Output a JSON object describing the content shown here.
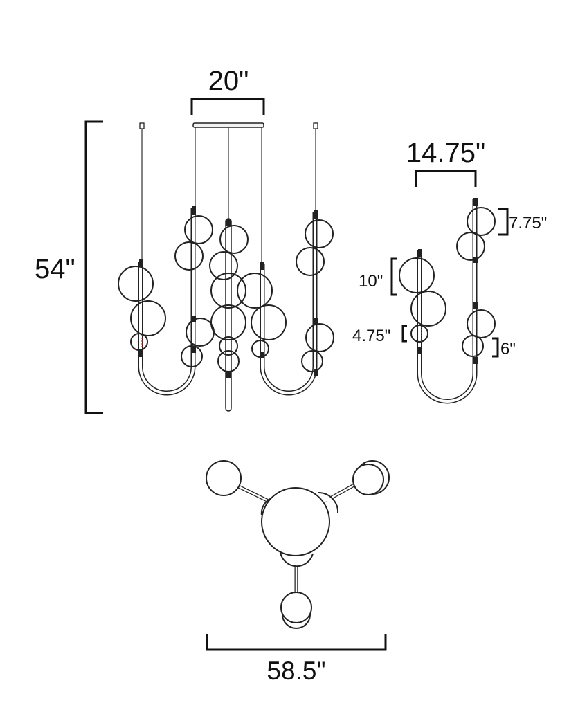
{
  "dimensions": {
    "canopy_width": "20\"",
    "overall_height": "54\"",
    "pendant_width": "14.75\"",
    "top_pair_height": "7.75\"",
    "upper_pair_height": "10\"",
    "small_globe_height": "4.75\"",
    "lower_pair_height": "6\"",
    "overall_diameter": "58.5\""
  }
}
